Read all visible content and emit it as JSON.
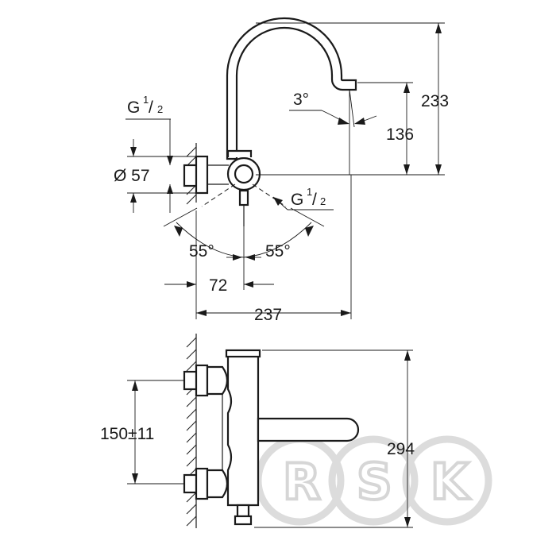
{
  "dimensions": {
    "height_total": "233",
    "height_spout": "136",
    "angle_spout": "3°",
    "thread_top_main": "G",
    "thread_top_frac_num": "1",
    "thread_top_frac_den": "2",
    "diameter": "Ø 57",
    "thread_side_main": "G",
    "thread_side_frac_num": "1",
    "thread_side_frac_den": "2",
    "angle_left": "55°",
    "angle_right": "55°",
    "offset": "72",
    "projection": "237",
    "centers": "150±11",
    "height_front": "294"
  },
  "watermark": {
    "letters": [
      "R",
      "S",
      "K"
    ],
    "color": "#d6d6d6"
  }
}
